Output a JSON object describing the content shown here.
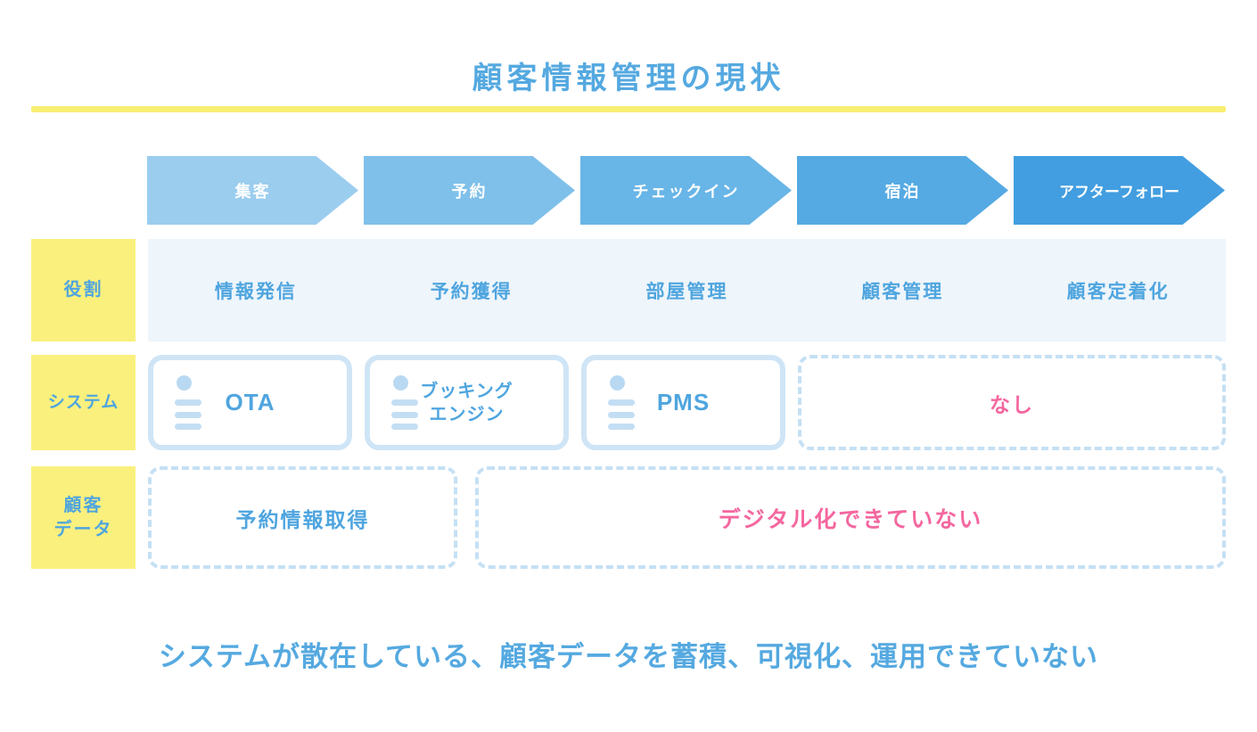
{
  "title": "顧客情報管理の現状",
  "stages": [
    {
      "label": "集客",
      "color": "#9bcdef"
    },
    {
      "label": "予約",
      "color": "#7fc0ea"
    },
    {
      "label": "チェックイン",
      "color": "#68b5e7"
    },
    {
      "label": "宿泊",
      "color": "#55aae3"
    },
    {
      "label": "アフターフォロー",
      "color": "#429ee0"
    }
  ],
  "rows": {
    "role": {
      "label": "役割",
      "cells": [
        "情報発信",
        "予約獲得",
        "部屋管理",
        "顧客管理",
        "顧客定着化"
      ]
    },
    "system": {
      "label": "システム",
      "boxes": [
        {
          "text": "OTA",
          "style": "solid",
          "icon": "list-icon"
        },
        {
          "text": "ブッキング\nエンジン",
          "style": "solid",
          "icon": "list-icon"
        },
        {
          "text": "PMS",
          "style": "solid",
          "icon": "list-icon"
        },
        {
          "text": "なし",
          "style": "dashed",
          "highlight": true
        }
      ]
    },
    "customer_data": {
      "label": "顧客\nデータ",
      "boxes": [
        {
          "text": "予約情報取得",
          "style": "dashed"
        },
        {
          "text": "デジタル化できていない",
          "style": "dashed",
          "highlight": true
        }
      ]
    }
  },
  "footer": "システムが散在している、顧客データを蓄積、可視化、運用できていない",
  "colors": {
    "accent_blue": "#55a9e0",
    "text_blue": "#4fa5df",
    "highlight_pink": "#f4679f",
    "label_yellow": "#faf07d",
    "underline_yellow": "#f8ee72",
    "row_background": "#eef5fb",
    "box_border": "#cfe5f6"
  }
}
